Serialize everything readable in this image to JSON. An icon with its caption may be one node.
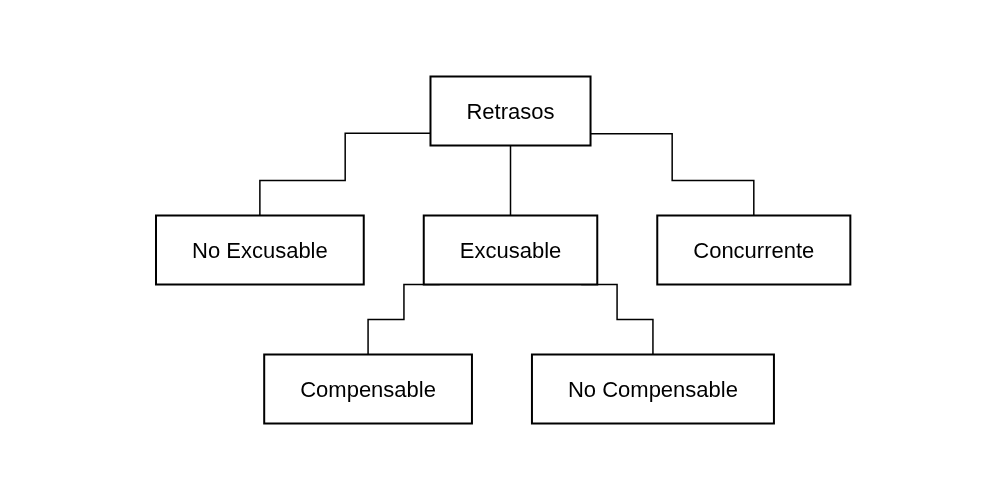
{
  "diagram": {
    "nodes": [
      {
        "text": [
          "Retrasos"
        ]
      },
      {
        "text": [
          "No Excusable"
        ]
      },
      {
        "text": [
          "Excusable"
        ]
      },
      {
        "text": [
          "Concurrente"
        ]
      },
      {
        "text": [
          "Compensable"
        ]
      },
      {
        "text": [
          "No Compensable"
        ]
      }
    ],
    "edges": [
      {
        "from": 0,
        "to": 1,
        "arrow": "none"
      },
      {
        "from": 0,
        "to": 2,
        "arrow": "none"
      },
      {
        "from": 0,
        "to": 3,
        "arrow": "none"
      },
      {
        "from": 2,
        "to": 4,
        "arrow": "none"
      },
      {
        "from": 2,
        "to": 5,
        "arrow": "none"
      }
    ]
  }
}
